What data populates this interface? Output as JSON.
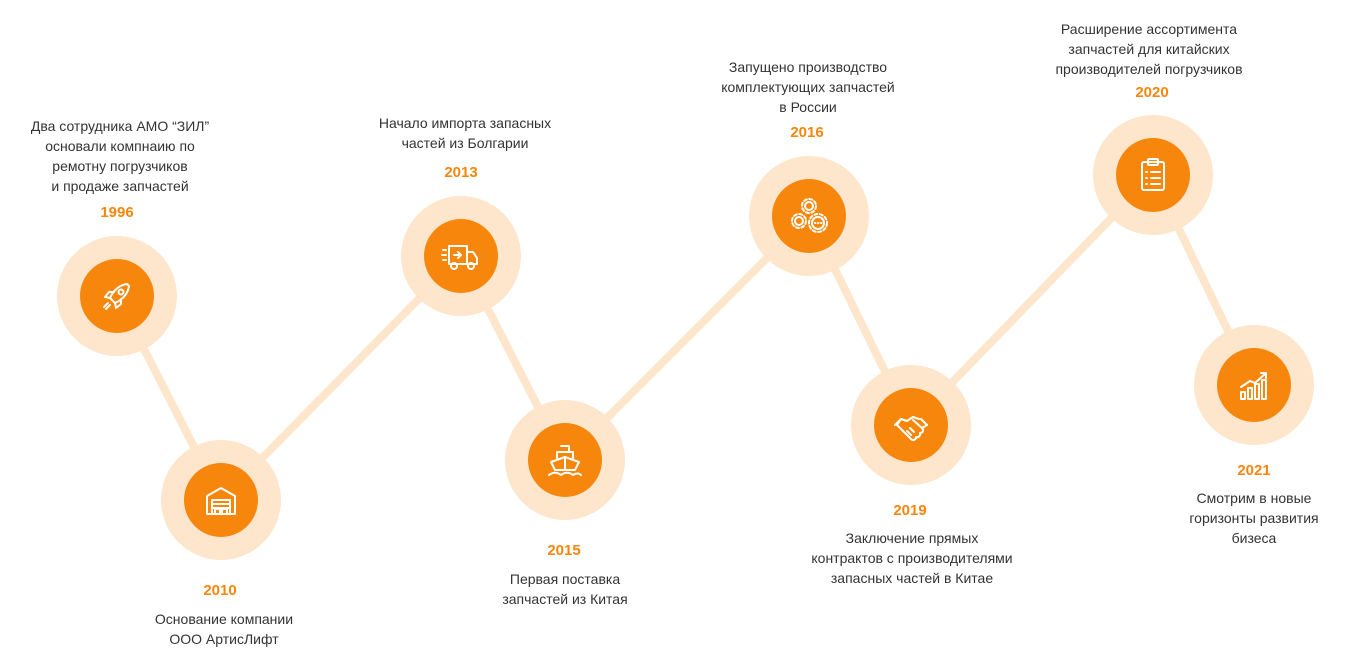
{
  "colors": {
    "accent": "#f7860d",
    "halo": "#fde6cc",
    "connector": "#fde6cc",
    "text": "#333333"
  },
  "milestones": [
    {
      "year": "1996",
      "icon": "rocket-icon",
      "desc": [
        "Два сотрудника АМО “ЗИЛ”",
        "основали компнаию по",
        "ремотну погрузчиков",
        "и продаже запчастей"
      ]
    },
    {
      "year": "2010",
      "icon": "warehouse-icon",
      "desc": [
        "Основание компании",
        "ООО АртисЛифт"
      ]
    },
    {
      "year": "2013",
      "icon": "delivery-truck-icon",
      "desc": [
        "Начало импорта запасных",
        "частей из Болгарии"
      ]
    },
    {
      "year": "2015",
      "icon": "ship-icon",
      "desc": [
        "Первая поставка",
        "запчастей из Китая"
      ]
    },
    {
      "year": "2016",
      "icon": "gears-icon",
      "desc": [
        "Запущено производство",
        "комплектующих запчастей",
        "в России"
      ]
    },
    {
      "year": "2019",
      "icon": "handshake-icon",
      "desc": [
        "Заключение прямых",
        "контрактов с производителями",
        "запасных частей в Китае"
      ]
    },
    {
      "year": "2020",
      "icon": "clipboard-icon",
      "desc": [
        "Расширение ассортимента",
        "запчастей для китайских",
        "производителей погрузчиков"
      ]
    },
    {
      "year": "2021",
      "icon": "growth-chart-icon",
      "desc": [
        "Смотрим в новые",
        "горизонты развития",
        "бизеса"
      ]
    }
  ]
}
